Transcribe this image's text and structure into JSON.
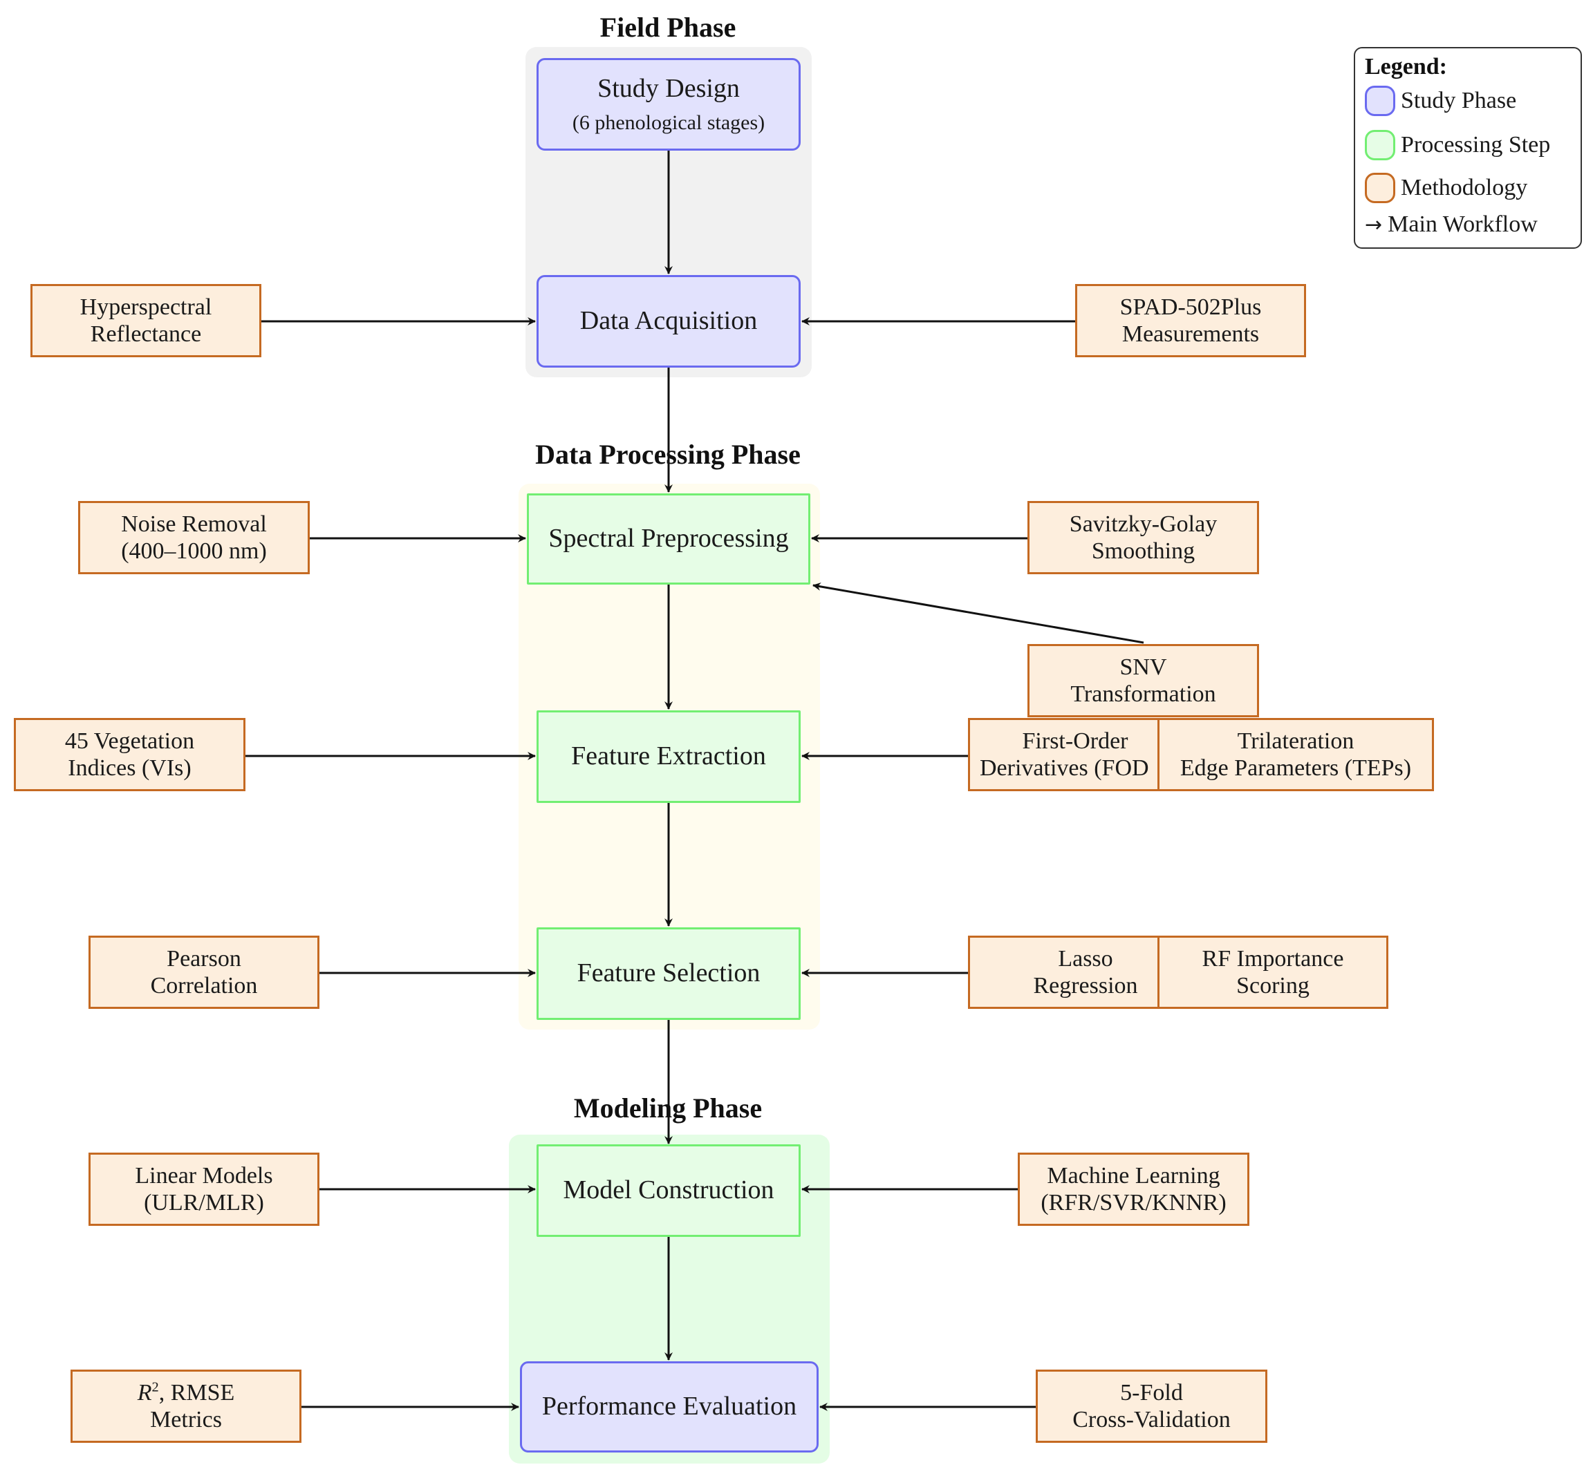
{
  "phases": {
    "field": "Field Phase",
    "processing": "Data Processing Phase",
    "modeling": "Modeling Phase"
  },
  "nodes": {
    "study_design": {
      "label": "Study Design",
      "sub": "(6 phenological stages)"
    },
    "data_acquisition": "Data Acquisition",
    "spectral_preprocessing": "Spectral Preprocessing",
    "feature_extraction": "Feature Extraction",
    "feature_selection": "Feature Selection",
    "model_construction": "Model Construction",
    "performance_evaluation": "Performance Evaluation"
  },
  "methods": {
    "hyperspectral": {
      "line1": "Hyperspectral",
      "line2": "Reflectance"
    },
    "spad": {
      "line1": "SPAD-502Plus",
      "line2": "Measurements"
    },
    "noise": {
      "line1": "Noise Removal",
      "line2": "(400–1000 nm)"
    },
    "savitzky": {
      "line1": "Savitzky-Golay",
      "line2": "Smoothing"
    },
    "snv": {
      "line1": "SNV",
      "line2": "Transformation"
    },
    "vegetation": {
      "line1": "45 Vegetation",
      "line2": "Indices (VIs)"
    },
    "fod": {
      "line1": "First-Order",
      "line2": "Derivatives (FOD"
    },
    "tep": {
      "line1": "Trilateration",
      "line2": "Edge Parameters (TEPs)"
    },
    "pearson": {
      "line1": "Pearson",
      "line2": "Correlation"
    },
    "lasso": {
      "line1": "Lasso",
      "line2": "Regression"
    },
    "rf": {
      "line1": "RF Importance",
      "line2": "Scoring"
    },
    "linear": {
      "line1": "Linear Models",
      "line2": "(ULR/MLR)"
    },
    "ml": {
      "line1": "Machine Learning",
      "line2": "(RFR/SVR/KNNR)"
    },
    "metrics": {
      "r": "R",
      "sup": "2",
      "rest": ", RMSE",
      "line2": "Metrics"
    },
    "cv": {
      "line1": "5-Fold",
      "line2": "Cross-Validation"
    }
  },
  "legend": {
    "title": "Legend:",
    "study": "Study Phase",
    "processing": "Processing Step",
    "methodology": "Methodology",
    "arrow": "→",
    "workflow": "Main Workflow"
  },
  "colors": {
    "study_fill": "#e2e2fd",
    "study_border": "#6a6af0",
    "proc_fill": "#e6fde6",
    "proc_border": "#72ee72",
    "method_fill": "#fdeedd",
    "method_border": "#c56a22",
    "field_region": "#f1f1f1",
    "processing_region": "#fffcee",
    "modeling_region": "#e4fde5"
  }
}
